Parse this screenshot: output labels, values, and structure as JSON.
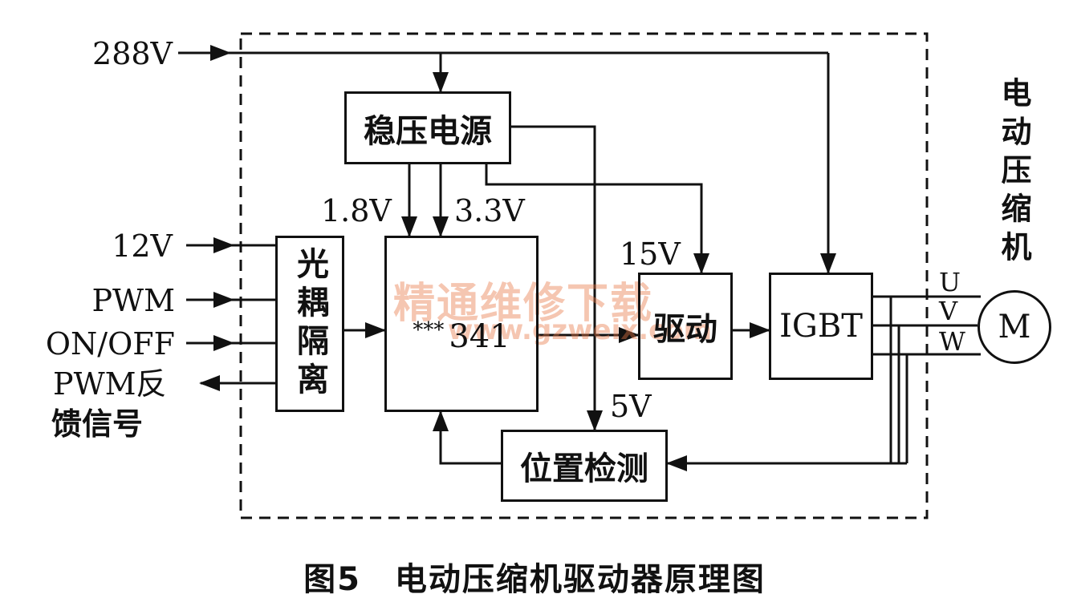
{
  "inputs": {
    "v288": "288V",
    "v12": "12V",
    "pwm": "PWM",
    "onoff": "ON/OFF",
    "pwm_feedback_line1": "PWM反",
    "pwm_feedback_line2": "馈信号"
  },
  "blocks": {
    "regulator": "稳压电源",
    "optocoupler": "光耦隔离",
    "mcu": "341",
    "mcu_prefix": "***",
    "driver": "驱动",
    "igbt": "IGBT",
    "position": "位置检测",
    "motor": "M"
  },
  "voltages": {
    "v18": "1.8V",
    "v33": "3.3V",
    "v15": "15V",
    "v5": "5V"
  },
  "phases": [
    "U",
    "V",
    "W"
  ],
  "side_label": "电动压缩机",
  "caption": "图5　电动压缩机驱动器原理图",
  "watermark": {
    "cn": "精通维修下载",
    "url": "www.gzweix.com"
  }
}
